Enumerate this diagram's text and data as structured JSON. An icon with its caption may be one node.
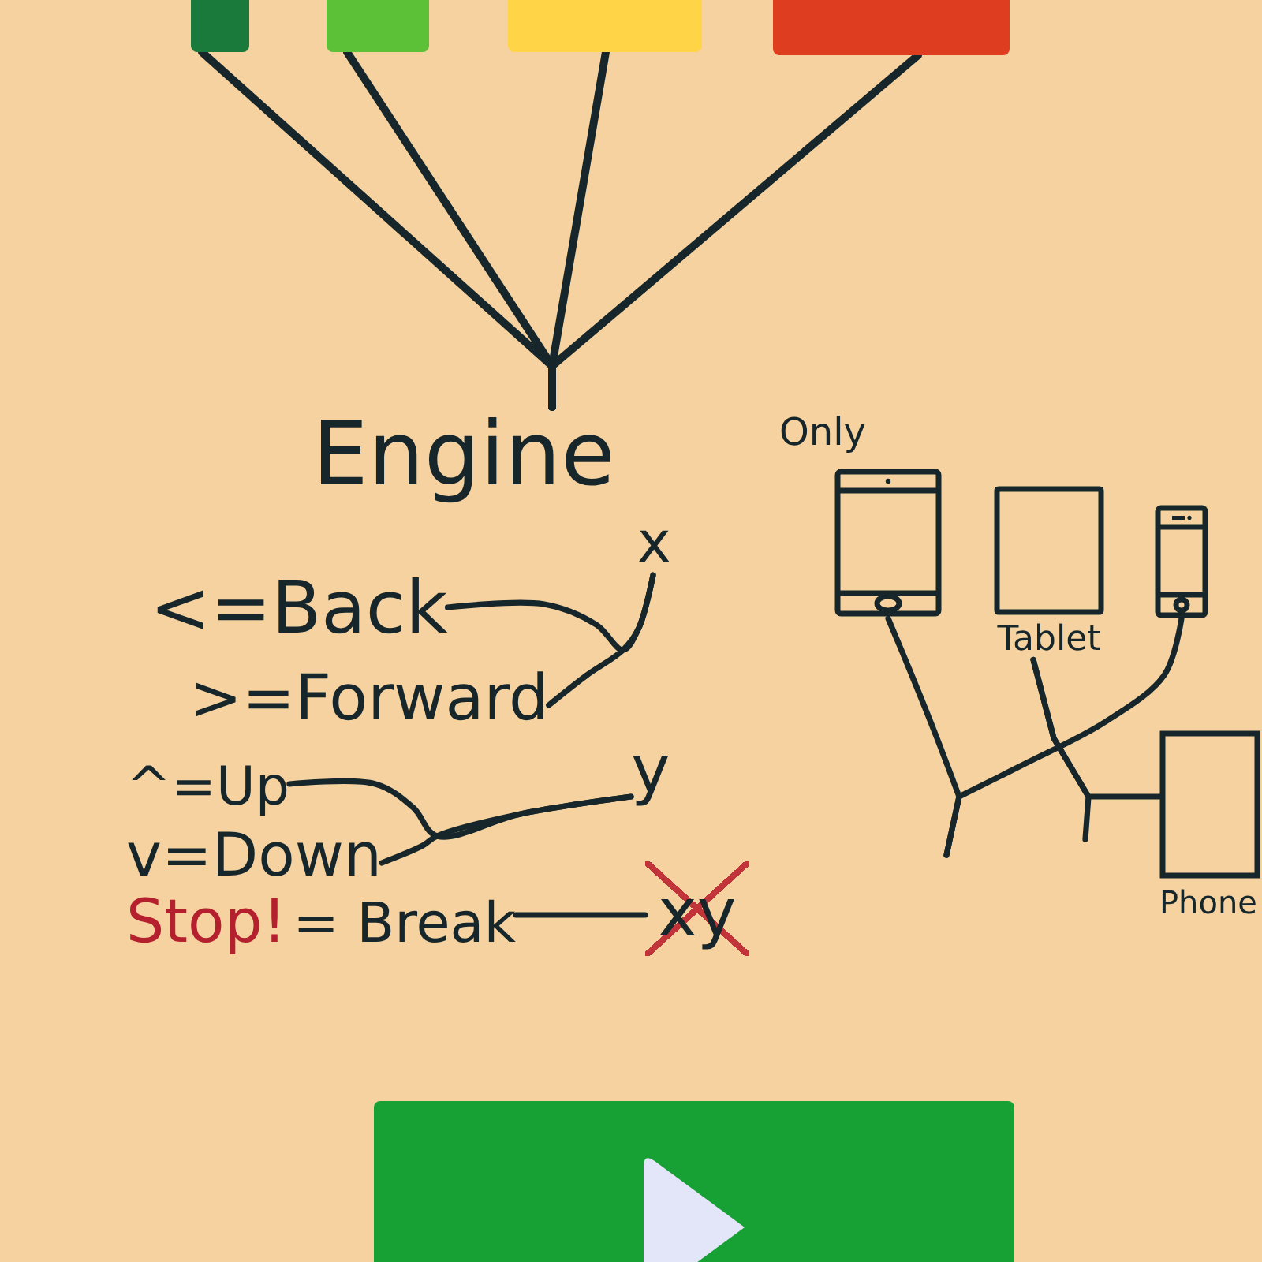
{
  "diagram": {
    "nodes": [
      {
        "text": [],
        "shape": "bar"
      },
      {
        "text": [],
        "shape": "bar"
      },
      {
        "text": [],
        "shape": "bar"
      },
      {
        "text": [],
        "shape": "bar"
      },
      {
        "text": [
          "Engine"
        ]
      },
      {
        "text": [
          "<=Back"
        ]
      },
      {
        "text": [
          ">=Forward"
        ]
      },
      {
        "text": [
          "x"
        ]
      },
      {
        "text": [
          "^=Up"
        ]
      },
      {
        "text": [
          "v=Down"
        ]
      },
      {
        "text": [
          "y"
        ]
      },
      {
        "text": [
          "Stop!",
          "= Break"
        ]
      },
      {
        "text": [
          "xy"
        ]
      },
      {
        "text": [],
        "shape": "picture"
      },
      {
        "text": [
          "Tablet"
        ]
      },
      {
        "text": [],
        "shape": "picture"
      },
      {
        "text": [
          "Phone"
        ]
      }
    ],
    "edges": [
      {
        "from": 0,
        "to": 4,
        "arrow": "none"
      },
      {
        "from": 1,
        "to": 4,
        "arrow": "none"
      },
      {
        "from": 2,
        "to": 4,
        "arrow": "none"
      },
      {
        "from": 3,
        "to": 4,
        "arrow": "none"
      },
      {
        "from": 5,
        "to": 7,
        "arrow": "none"
      },
      {
        "from": 6,
        "to": 7,
        "arrow": "none"
      },
      {
        "from": 8,
        "to": 10,
        "arrow": "none"
      },
      {
        "from": 9,
        "to": 10,
        "arrow": "none"
      },
      {
        "from": 11,
        "to": 12,
        "arrow": "none"
      },
      {
        "from": 13,
        "to": null,
        "arrow": "none"
      },
      {
        "from": 15,
        "to": null,
        "arrow": "none"
      },
      {
        "from": 14,
        "to": null,
        "arrow": "none"
      },
      {
        "from": 14,
        "to": 16,
        "arrow": "none"
      }
    ],
    "labels": [
      "Only"
    ]
  }
}
